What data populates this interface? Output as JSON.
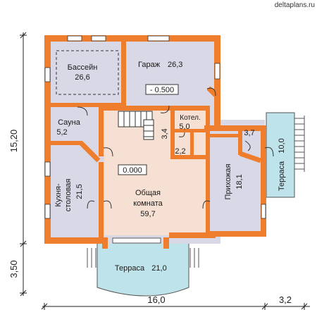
{
  "site_url": "deltaplans.ru",
  "rooms": {
    "pool": {
      "name": "Бассейн",
      "area": "26,6"
    },
    "garage": {
      "name": "Гараж",
      "area": "26,3",
      "level": "- 0.500"
    },
    "sauna": {
      "name": "Сауна",
      "area": "5,2"
    },
    "boiler": {
      "name": "Котел.",
      "area": "5,0"
    },
    "stair_hall": {
      "area": "3,4"
    },
    "wc_small": {
      "area": "2,2"
    },
    "storage": {
      "area": "3,7"
    },
    "kitchen": {
      "name_line1": "Кухня-",
      "name_line2": "столовая",
      "area": "21,5"
    },
    "living": {
      "name_line1": "Общая",
      "name_line2": "комната",
      "area": "59,7",
      "level": "0.000"
    },
    "hall": {
      "name": "Прихожая",
      "area": "18,1"
    },
    "terrace_side": {
      "name": "Терраса",
      "area": "10,0"
    },
    "terrace_front": {
      "name": "Терраса",
      "area": "21,0"
    }
  },
  "dimensions": {
    "main_height": "15,20",
    "terrace_depth": "3,50",
    "main_width": "16,0",
    "terrace_width": "3,2"
  },
  "colors": {
    "wall": "#ee7e2e",
    "room_gray": "#d8d8e6",
    "living_floor": "#f6dfd3",
    "terrace": "#bfe3ea"
  }
}
